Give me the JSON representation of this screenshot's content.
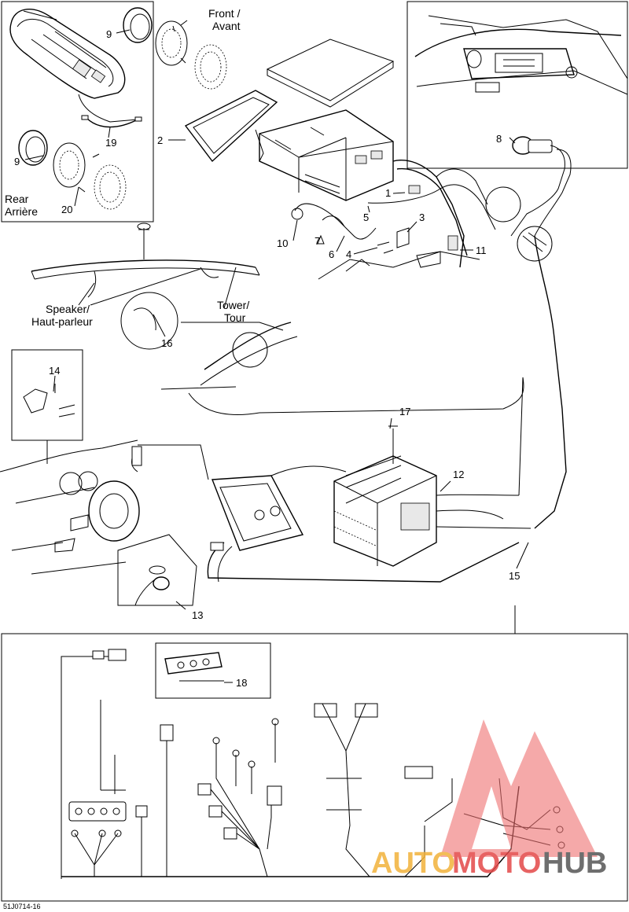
{
  "labels": {
    "front": "Front /",
    "avant": "Avant",
    "rear": "Rear",
    "arriere": "Arrière",
    "speaker": "Speaker/",
    "haut_parleur": "Haut-parleur",
    "tower": "Tower/",
    "tour": "Tour"
  },
  "callouts": [
    "1",
    "2",
    "3",
    "4",
    "5",
    "6",
    "7",
    "8",
    "9",
    "10",
    "11",
    "12",
    "13",
    "14",
    "15",
    "16",
    "17",
    "18",
    "19",
    "20"
  ],
  "figure_id": "51J0714-16",
  "watermark": {
    "part1": "AUTO",
    "part2": "MOTO",
    "part3": "HUB"
  },
  "colors": {
    "watermark_red": "#e34848",
    "watermark_gold": "#f2b23a",
    "watermark_dark": "#555555",
    "watermark_triangle": "#f07070"
  }
}
